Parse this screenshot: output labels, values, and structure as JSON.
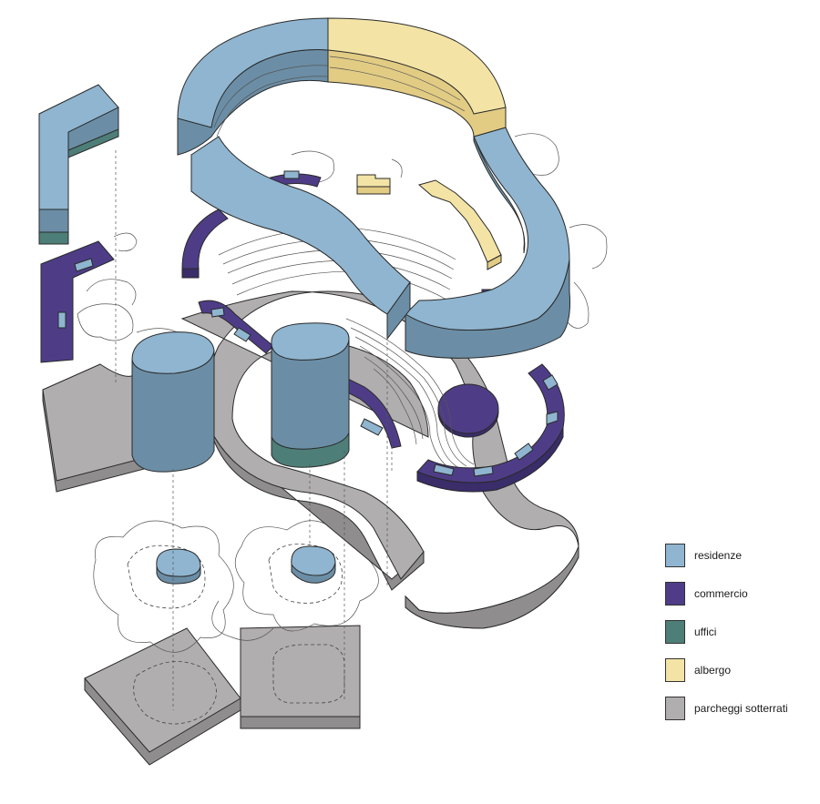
{
  "colors": {
    "residenze_top": "#8fb5d0",
    "residenze_side": "#6b8ea6",
    "commercio_top": "#4e3d86",
    "commercio_side": "#3a2d6a",
    "uffici": "#4e7e78",
    "albergo_top": "#f3e4a6",
    "albergo_side": "#e2cc84",
    "parcheggi_top": "#b0aeae",
    "parcheggi_side": "#8f8d8d",
    "outline": "#2a2a2a",
    "contour": "#555555"
  },
  "legend": {
    "items": [
      {
        "label": "residenze",
        "color": "#8fb5d0"
      },
      {
        "label": "commercio",
        "color": "#4e3d86"
      },
      {
        "label": "uffici",
        "color": "#4e7e78"
      },
      {
        "label": "albergo",
        "color": "#f3e4a6"
      },
      {
        "label": "parcheggi sotterrati",
        "color": "#b0aeae"
      }
    ]
  }
}
